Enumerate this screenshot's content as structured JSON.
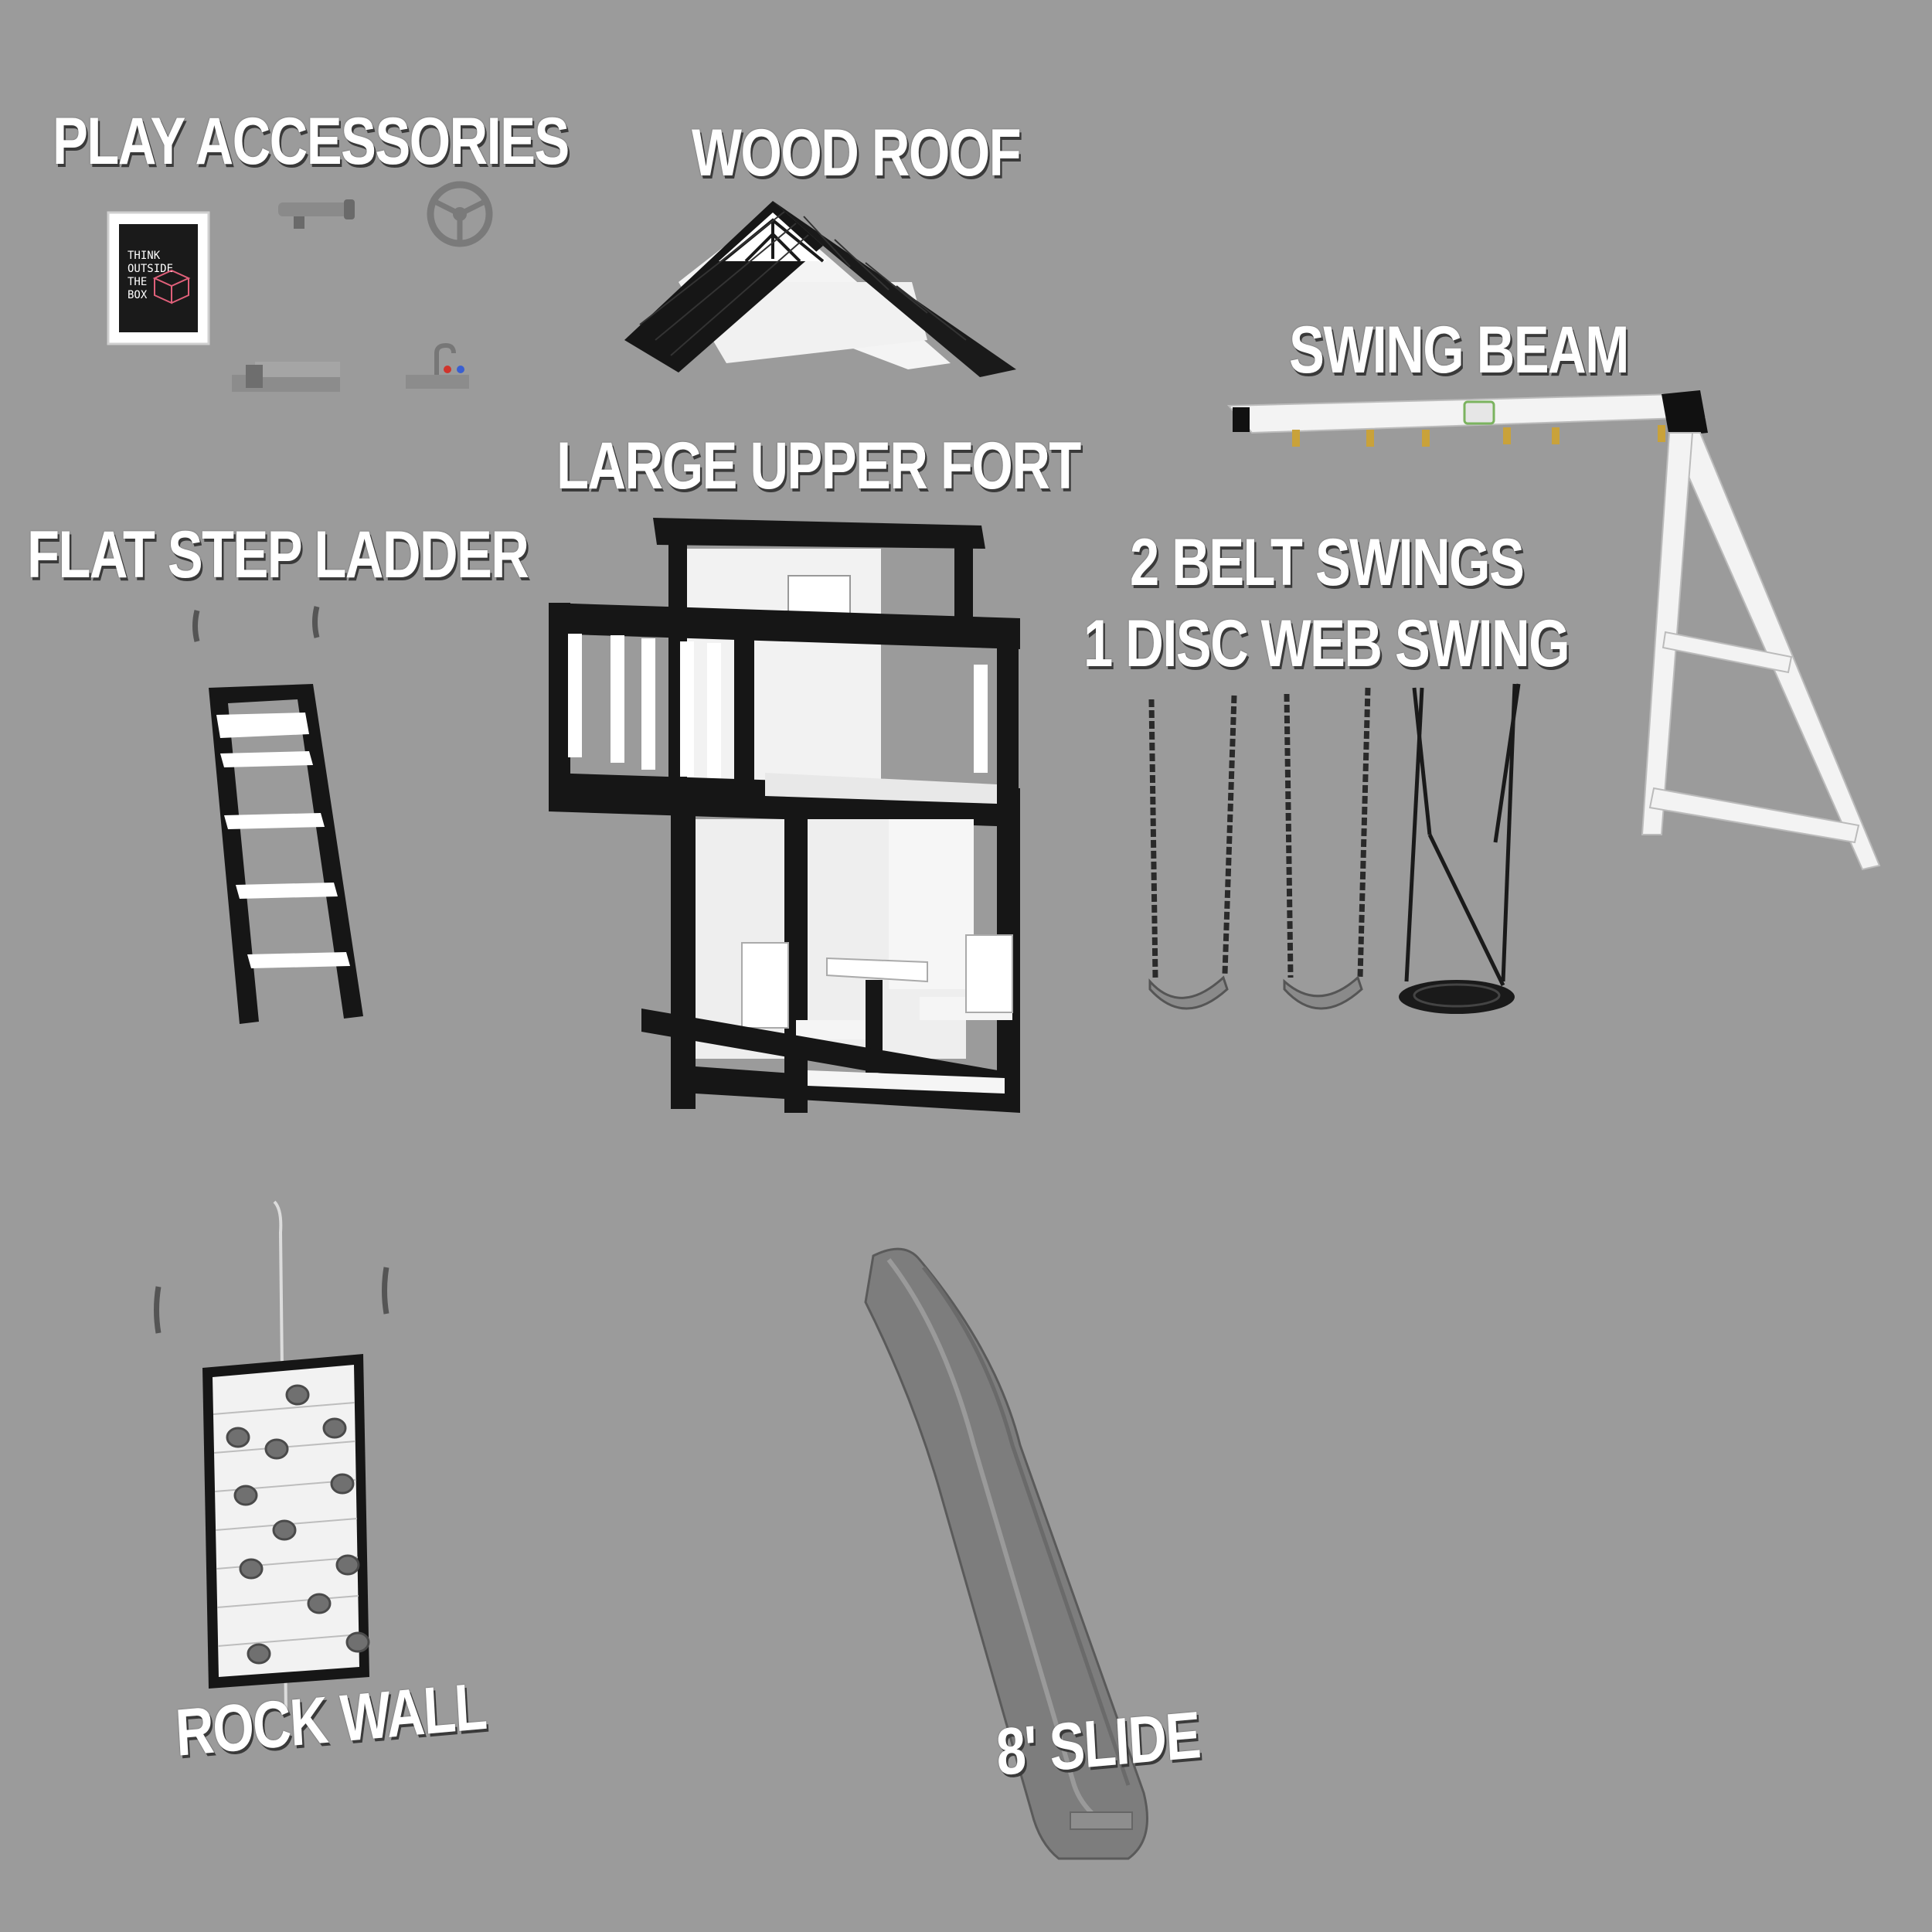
{
  "labels": {
    "play_accessories": "PLAY ACCESSORIES",
    "wood_roof": "WOOD ROOF",
    "swing_beam": "SWING BEAM",
    "large_upper_fort": "LARGE UPPER FORT",
    "flat_step_ladder": "FLAT STEP LADDER",
    "swings_line1": "2 BELT SWINGS",
    "swings_line2": "1 DISC WEB SWING",
    "rock_wall": "ROCK WALL",
    "slide": "8' SLIDE"
  },
  "chalkboard": {
    "line1": "THINK",
    "line2": "OUTSIDE",
    "line3": "THE",
    "line4": "BOX"
  },
  "colors": {
    "background": "#9b9b9b",
    "wood_black": "#161616",
    "wood_white": "#f2f2f2",
    "plastic_gray": "#7d7d7d",
    "label_text": "#ffffff"
  }
}
